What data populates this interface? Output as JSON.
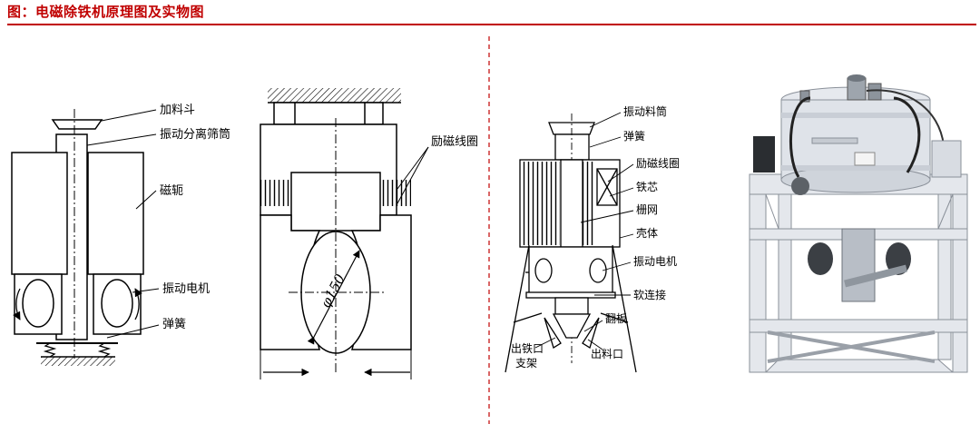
{
  "header": {
    "title": "图：电磁除铁机原理图及实物图",
    "accent_color": "#c00000"
  },
  "left_diagram": {
    "labels": [
      "加料斗",
      "振动分离筛筒",
      "磁轭",
      "振动电机",
      "弹簧"
    ]
  },
  "middle_diagram": {
    "labels": [
      "励磁线圈"
    ],
    "dimension": "φ150"
  },
  "right_diagram": {
    "labels": [
      "振动料筒",
      "弹簧",
      "励磁线圈",
      "铁芯",
      "栅网",
      "壳体",
      "振动电机",
      "软连接",
      "翻板",
      "出铁口",
      "出料口",
      "支架"
    ]
  },
  "photo": {
    "frame_color": "#e8eaee",
    "icon": "machine-photo"
  }
}
